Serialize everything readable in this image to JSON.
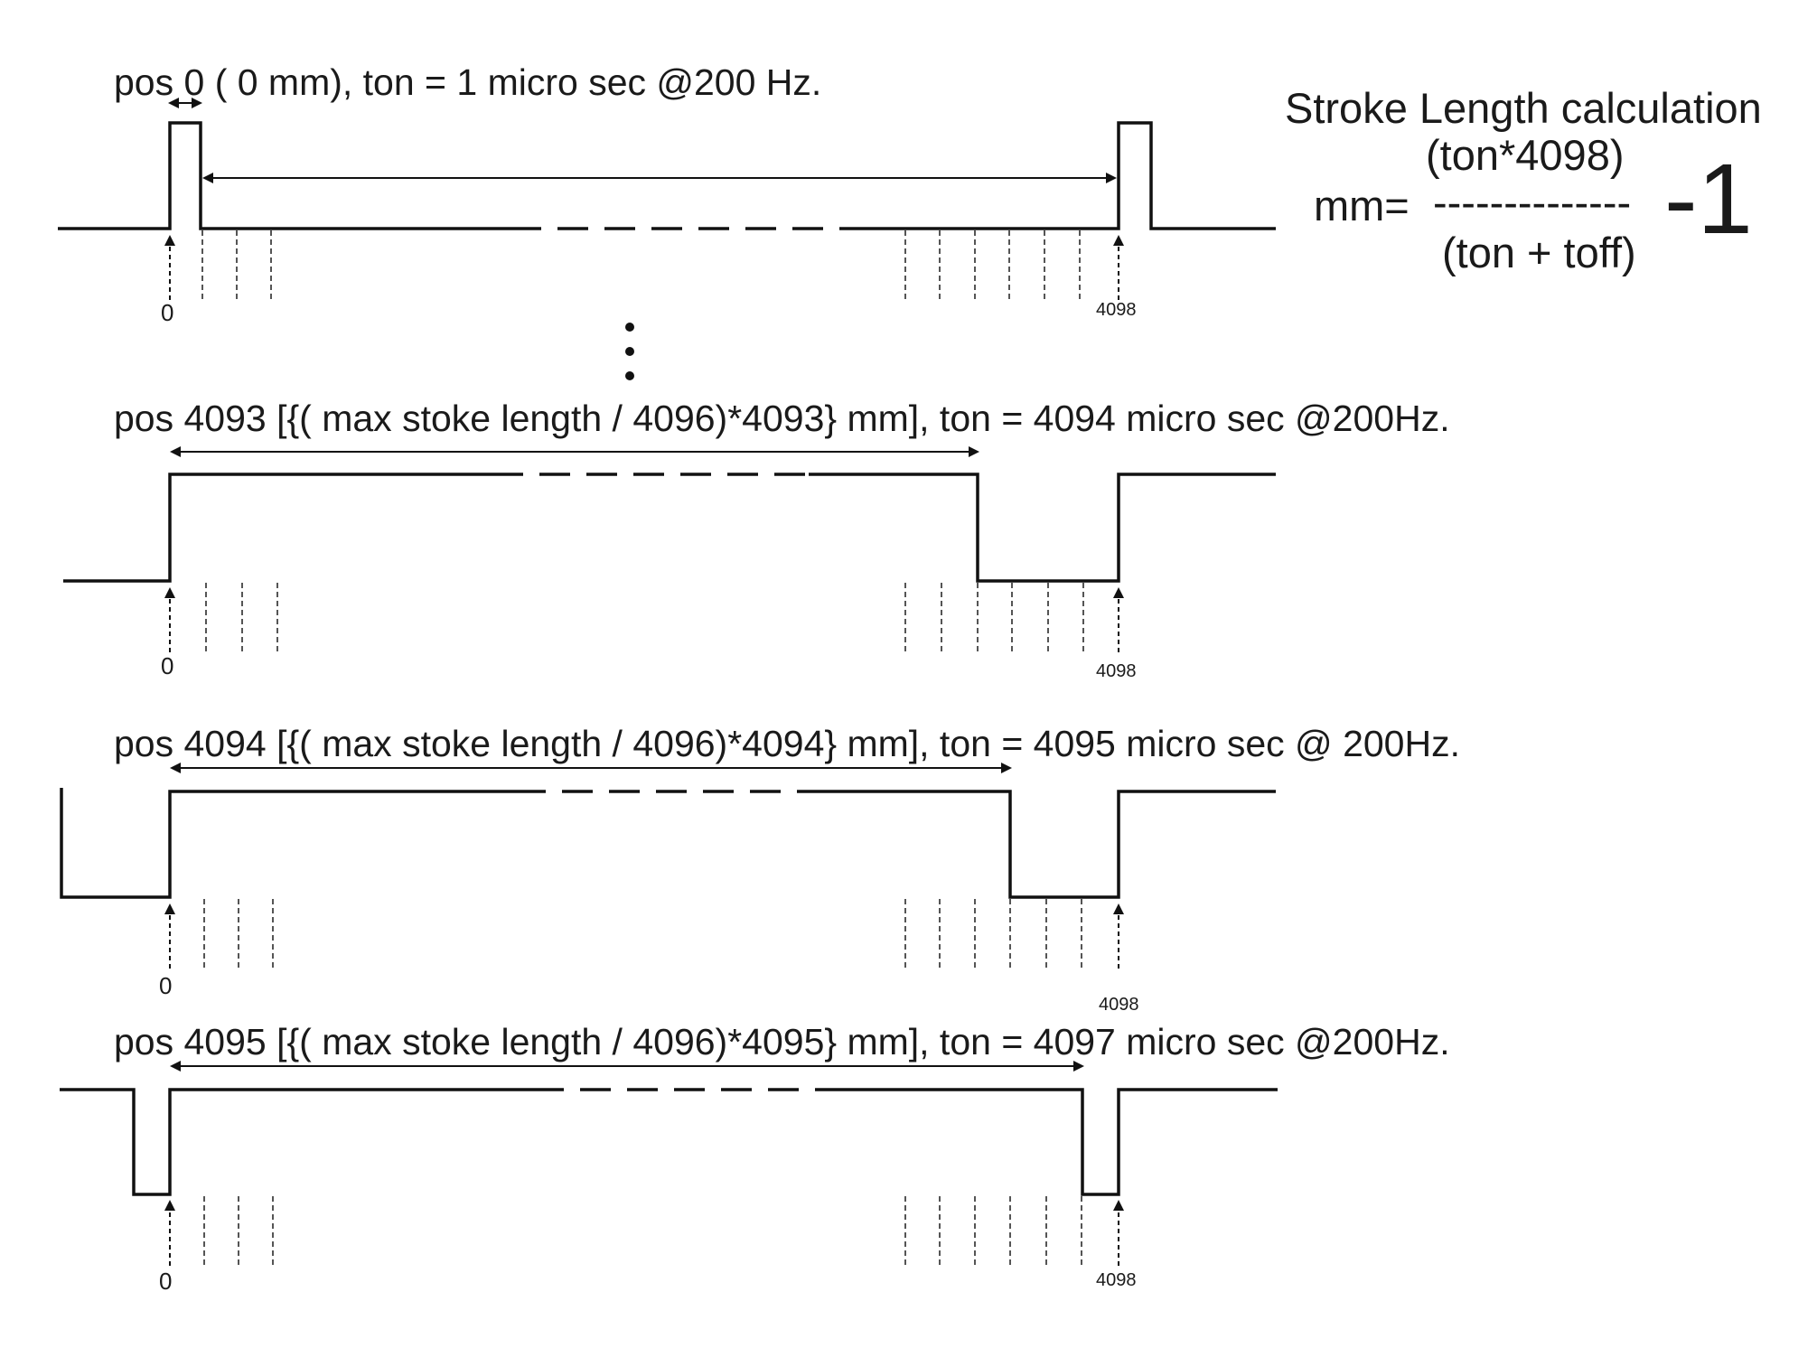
{
  "panels": [
    {
      "caption": "pos 0 ( 0 mm), ton = 1 micro sec @200 Hz.",
      "start_label": "0",
      "end_label": "4098"
    },
    {
      "caption": "pos 4093 [{( max stoke length / 4096)*4093} mm], ton = 4094 micro sec @200Hz.",
      "start_label": "0",
      "end_label": "4098"
    },
    {
      "caption": "pos 4094  [{( max stoke length / 4096)*4094} mm], ton = 4095 micro sec @ 200Hz.",
      "start_label": "0",
      "end_label": "4098"
    },
    {
      "caption": "pos 4095  [{( max stoke length / 4096)*4095} mm], ton = 4097 micro sec @200Hz.",
      "start_label": "0",
      "end_label": "4098"
    }
  ],
  "formula": {
    "title": "Stroke Length calculation",
    "numerator": "(ton*4098)",
    "lhs": "mm=",
    "fraction_bar": "--------------",
    "denominator": "(ton + toff)",
    "offset": "-1"
  },
  "continuation": "⋮"
}
